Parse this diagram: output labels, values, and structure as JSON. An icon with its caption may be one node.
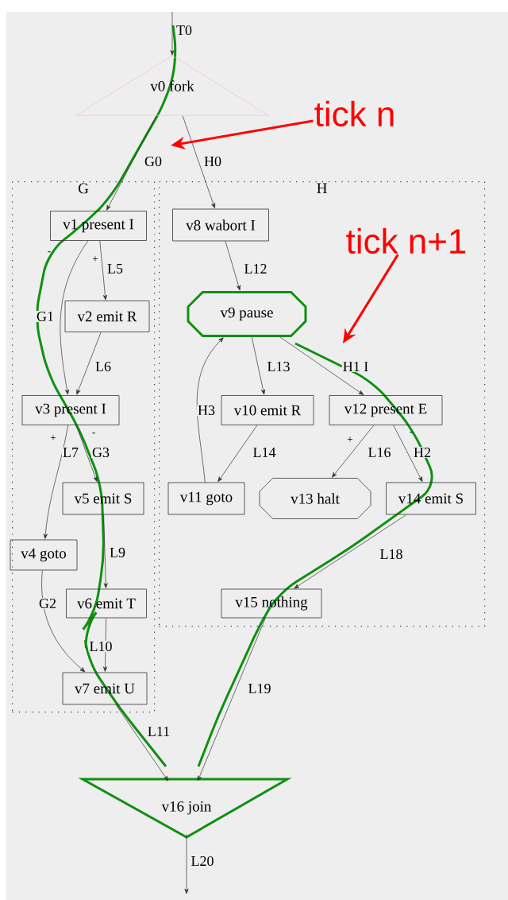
{
  "diagram": {
    "nodes": [
      {
        "text": [
          "v0 fork"
        ]
      },
      {
        "text": [
          "G"
        ]
      },
      {
        "text": [
          "v1 present I"
        ],
        "in": 1
      },
      {
        "text": [
          "v2 emit R"
        ],
        "in": 1
      },
      {
        "text": [
          "v3 present I"
        ],
        "in": 1
      },
      {
        "text": [
          "v4 goto"
        ],
        "in": 1
      },
      {
        "text": [
          "v5 emit S"
        ],
        "in": 1
      },
      {
        "text": [
          "v6 emit T"
        ],
        "in": 1
      },
      {
        "text": [
          "v7 emit U"
        ],
        "in": 1
      },
      {
        "text": [
          "H"
        ]
      },
      {
        "text": [
          "v8 wabort I"
        ],
        "in": 9
      },
      {
        "text": [
          "v9 pause"
        ],
        "in": 9
      },
      {
        "text": [
          "v10 emit R"
        ],
        "in": 9
      },
      {
        "text": [
          "v11 goto"
        ],
        "in": 9
      },
      {
        "text": [
          "v12 present E"
        ],
        "in": 9
      },
      {
        "text": [
          "v13 halt"
        ],
        "in": 9
      },
      {
        "text": [
          "v14 emit S"
        ],
        "in": 9
      },
      {
        "text": [
          "v15 nothing"
        ],
        "in": 9
      },
      {
        "text": [
          "v16 join"
        ]
      },
      {
        "text": [
          "tick n"
        ]
      },
      {
        "text": [
          "tick n+1"
        ],
        "in": 9
      }
    ],
    "edges": [
      {
        "from": null,
        "to": 0,
        "arrow": "to",
        "label": "T0"
      },
      {
        "from": 0,
        "to": 2,
        "arrow": "to",
        "label": "G0"
      },
      {
        "from": 0,
        "to": 10,
        "arrow": "to",
        "label": "H0"
      },
      {
        "from": 2,
        "to": 3,
        "arrow": "to",
        "label": "L5"
      },
      {
        "from": 2,
        "to": 4,
        "arrow": "to",
        "label": "G1"
      },
      {
        "from": 3,
        "to": 4,
        "arrow": "to",
        "label": "L6"
      },
      {
        "from": 4,
        "to": 5,
        "arrow": "to",
        "label": "L7"
      },
      {
        "from": 4,
        "to": 6,
        "arrow": "to",
        "label": "G3"
      },
      {
        "from": 6,
        "to": 7,
        "arrow": "to",
        "label": "L9"
      },
      {
        "from": 5,
        "to": 8,
        "arrow": "to",
        "label": "G2"
      },
      {
        "from": 7,
        "to": 8,
        "arrow": "to",
        "label": "L10"
      },
      {
        "from": 8,
        "to": 18,
        "arrow": "to",
        "label": "L11"
      },
      {
        "from": 10,
        "to": 11,
        "arrow": "to",
        "label": "L12"
      },
      {
        "from": 11,
        "to": 12,
        "arrow": "to",
        "label": "L13"
      },
      {
        "from": 11,
        "to": 14,
        "arrow": "to",
        "label": "H1 I"
      },
      {
        "from": 13,
        "to": 11,
        "arrow": "to",
        "label": "H3"
      },
      {
        "from": 12,
        "to": 13,
        "arrow": "to",
        "label": "L14"
      },
      {
        "from": 14,
        "to": 15,
        "arrow": "to",
        "label": "L16"
      },
      {
        "from": 14,
        "to": 16,
        "arrow": "to",
        "label": "H2"
      },
      {
        "from": 16,
        "to": 17,
        "arrow": "to",
        "label": "L18"
      },
      {
        "from": 17,
        "to": 18,
        "arrow": "to",
        "label": "L19"
      },
      {
        "from": 18,
        "to": null,
        "arrow": "to",
        "label": "L20"
      },
      {
        "from": 19,
        "to": null,
        "arrow": "to",
        "style": "thick",
        "color": "#ff0000"
      },
      {
        "from": 20,
        "to": null,
        "arrow": "to",
        "style": "thick",
        "color": "#ff0000"
      }
    ],
    "labels": [
      "-",
      "+",
      "+",
      "-",
      "+",
      "-"
    ]
  }
}
